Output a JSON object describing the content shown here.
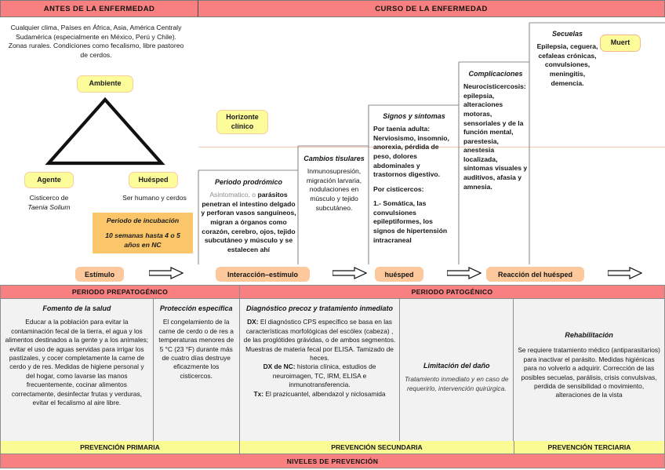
{
  "top_banner": {
    "before_disease": "ANTES DE LA ENFERMEDAD",
    "disease_course": "CURSO DE LA ENFERMEDAD"
  },
  "triad": {
    "environment_text": "Cualquier clima, Países en África, Asia, América Centraly Sudamérica (especialmente en México, Perú y Chile). Zonas rurales. Condiciones como fecalismo, libre pastoreo de cerdos.",
    "environment_label": "Ambiente",
    "agent_label": "Agente",
    "agent_line1": "Cisticerco de",
    "agent_line2": "Taenia Solium",
    "host_label": "Huésped",
    "host_text": "Ser humano y cerdos"
  },
  "incubation": {
    "title": "Periodo de incubación",
    "text": "10 semanas hasta 4 o 5 años en NC"
  },
  "clinical_horizon": {
    "label": "Horizonte clínico"
  },
  "stages": {
    "prodromic": {
      "title": "Periodo prodrómico",
      "lead": "Asintomatico, o",
      "body": "parásitos penetran el intestino delgado y perforan vasos sanguíneos, migran a órganos como corazón, cerebro, ojos, tejido subcutáneo y músculo y se estalecen ahí"
    },
    "tissue_changes": {
      "title": "Cambios tisulares",
      "body": "Inmunosupresión, migración larvaria, nodulaciones en músculo y tejido subcutáneo."
    },
    "signs_symptoms": {
      "title": "Signos y síntomas",
      "p1": "Por taenia adulta: Nerviosismo, insomnio, anorexia, pérdida de peso, dolores abdominales y trastornos digestivo.",
      "p2": "Por cisticercos:",
      "p3": "1.- Somática, las convulsiones epileptiformes, los signos de hipertensión intracraneal"
    },
    "complications": {
      "title": "Complicaciones",
      "body": "Neurocisticercosis: epilepsia, alteraciones motoras, sensoriales y de la función mental, parestesia, anestesia localizada, síntomas visuales y auditivos, afasia y amnesia."
    },
    "sequelae": {
      "title": "Secuelas",
      "body": "Epilepsia, ceguera, cefaleas crónicas, convulsiones, meningitis, demencia."
    },
    "death": {
      "label": "Muert"
    }
  },
  "stimulus_strip": {
    "estimulo": "Estímulo",
    "interaccion": "Interacción–estímulo",
    "huesped": "huésped",
    "reaccion": "Reacción del huésped"
  },
  "periods": {
    "prepatogenico": "PERIODO PREPATOGÉNICO",
    "patogenico": "PERIODO PATOGÉNICO"
  },
  "columns": {
    "fomento": {
      "title": "Fomento de la salud",
      "body": "Educar a la población para evitar la contaminación fecal de la tierra, el agua y los alimentos destinados a la gente y a los animales; evitar el uso de aguas servidas para irrigar los pastizales, y cocer completamente la carne de cerdo y de res. Medidas de higiene personal y del hogar, como lavarse las manos frecuentemente, cocinar alimentos correctamente, desinfectar frutas y verduras, evitar el fecalismo al aire libre."
    },
    "proteccion": {
      "title": "Protección específica",
      "body": "El congelamiento de la carne de cerdo o de res a temperaturas menores de 5 °C (23 °F) durante más de cuatro días destruye eficazmente los cisticercos."
    },
    "diagnostico": {
      "title": "Diagnóstico precoz y tratamiento inmediato",
      "dx_label": "DX:",
      "dx_body": " El diagnóstico  CPS específico se basa en las características morfológicas del escólex (cabeza) , de las proglótides grávidas, o de ambos segmentos.",
      "elisa": "Muestras de materia fecal por ELISA. Tamizado de heces.",
      "dxnc_label": "DX de NC:",
      "dxnc_body": " historia clínica, estudios de neuroimagen, TC, IRM, ELISA e inmunotransferencia.",
      "tx_label": "Tx:",
      "tx_body": "  El prazicuantel, albendazol y niclosamida"
    },
    "limitacion": {
      "title": "Limitación del daño",
      "body": "Tratamiento inmediato y en caso de requerirlo, intervención quirúrgica."
    },
    "rehabilitacion": {
      "title": "Rehabilitación",
      "body": "Se requiere tratamiento médico (antiparasitarios) para inactivar el parásito. Medidas higiénicas para no volverlo a adquirir. Corrección de las posibles secuelas, parálisis, crisis convulsivas, perdida de sensibilidad o movimiento, alteraciones de la vista"
    }
  },
  "prevention": {
    "primaria": "PREVENCIÓN PRIMARIA",
    "secundaria": "PREVENCIÓN SECUNDARIA",
    "terciaria": "PREVENCIÓN TERCIARIA",
    "levels": "NIVELES DE PREVENCIÓN"
  },
  "colors": {
    "banner_red": "#f98080",
    "pill_yellow": "#fcfc9a",
    "chip_orange": "#fcc89c",
    "incubation_orange": "#fbc66a",
    "prevention_yellow": "#fbfb93"
  }
}
